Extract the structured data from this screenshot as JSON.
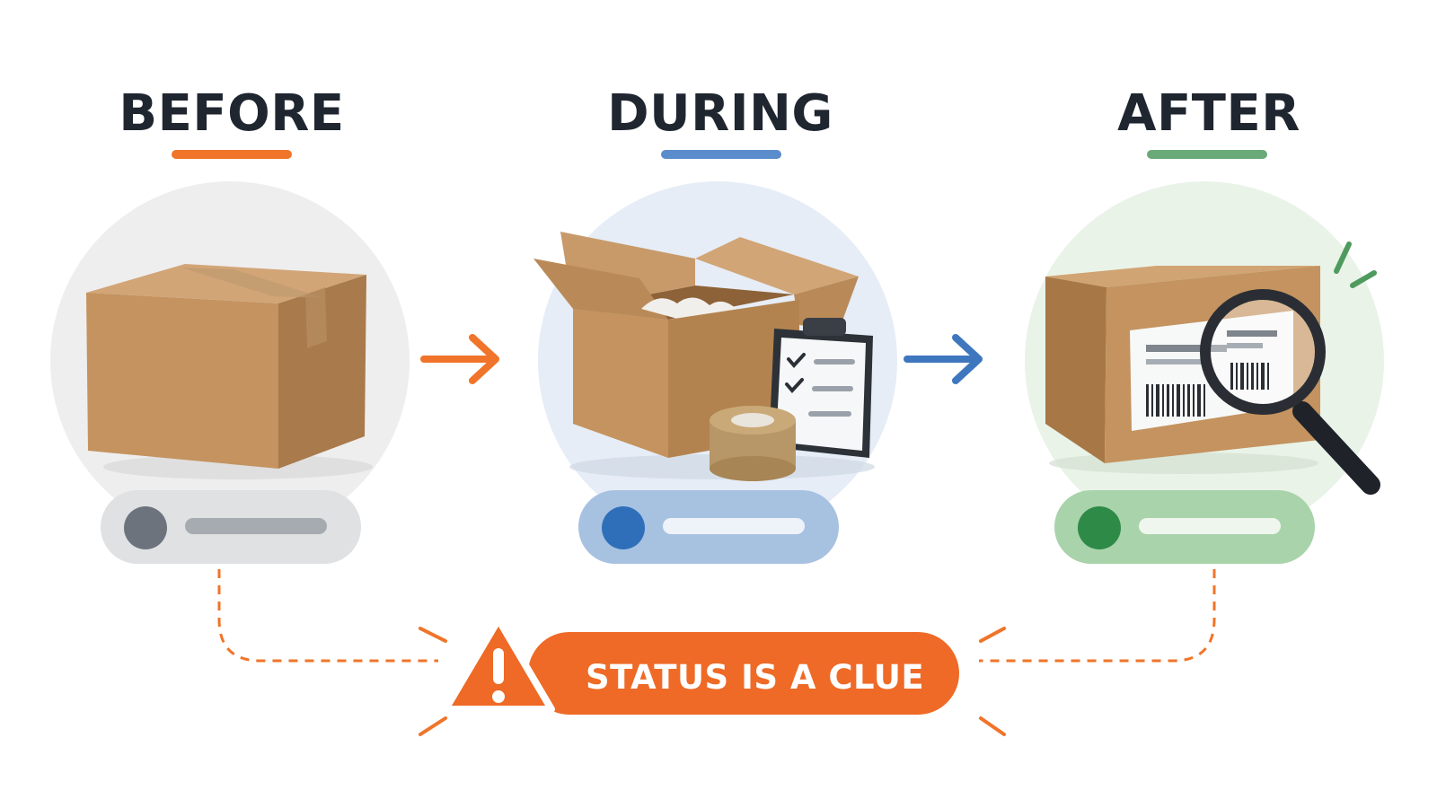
{
  "colors": {
    "before": "#f07429",
    "during": "#4f82c4",
    "after": "#5ca36a",
    "callout": "#ee6a26",
    "title_text": "#1f2630"
  },
  "stages": [
    {
      "title": "BEFORE",
      "image": "sealed-box-icon",
      "status_dot_color": "#6c737c"
    },
    {
      "title": "DURING",
      "image": "open-box-with-clipboard-and-tape-icon",
      "status_dot_color": "#2f6fb9"
    },
    {
      "title": "AFTER",
      "image": "labeled-box-with-magnifier-icon",
      "status_dot_color": "#2e8a47"
    }
  ],
  "callout": {
    "text": "STATUS IS A CLUE",
    "icon": "warning-triangle-icon"
  }
}
